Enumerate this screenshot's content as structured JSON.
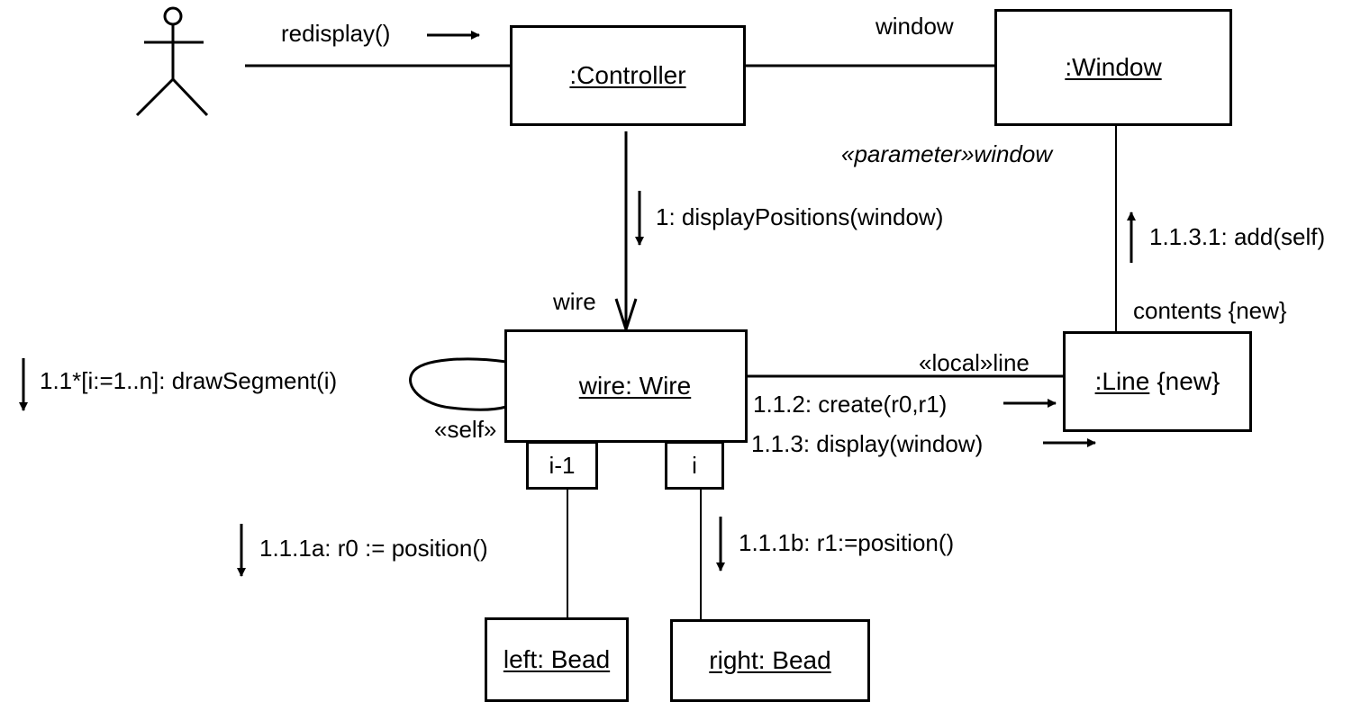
{
  "objects": {
    "controller": ":Controller",
    "window": ":Window",
    "wire": "wire: Wire",
    "line_name": ":Line",
    "line_constraint": "{new}",
    "left_bead": "left: Bead",
    "right_bead": "right: Bead"
  },
  "qualifiers": {
    "left": "i-1",
    "right": "i"
  },
  "link_labels": {
    "window_role": "window",
    "parameter_window": "«parameter»window",
    "wire_role": "wire",
    "local_line": "«local»line",
    "contents_new": "contents {new}",
    "self": "«self»"
  },
  "messages": {
    "redisplay": "redisplay()",
    "display_positions": "1: displayPositions(window)",
    "draw_segment": "1.1*[i:=1..n]: drawSegment(i)",
    "create": "1.1.2: create(r0,r1)",
    "display_window": "1.1.3: display(window)",
    "add_self": "1.1.3.1: add(self)",
    "position_a": "1.1.1a: r0 := position()",
    "position_b": "1.1.1b: r1:=position()"
  }
}
